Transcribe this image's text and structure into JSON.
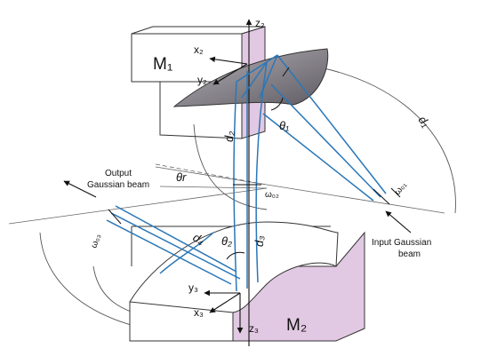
{
  "labels": {
    "m1": "M₁",
    "m2": "M₂",
    "z2": "z₂",
    "x2": "x₂",
    "y2": "y₂",
    "z3": "z₃",
    "y3": "y₃",
    "x3": "x₃",
    "d1": "d₁",
    "d2": "d₂",
    "d3": "d₃",
    "d4": "d₄",
    "theta1": "θ₁",
    "theta2": "θ₂",
    "theta_r": "θr",
    "w01": "ω₀₁",
    "w02": "ω₀₂",
    "w03": "ω₀₃"
  },
  "annotations": {
    "output_line1": "Output",
    "output_line2": "Gaussian beam",
    "input_line1": "Input Gaussian",
    "input_line2": "beam"
  },
  "colors": {
    "beam": "#2a77b8",
    "mirror_side": "#e2c9e3",
    "mirror_surface": "#7d7980",
    "line": "#2b2b2b"
  }
}
